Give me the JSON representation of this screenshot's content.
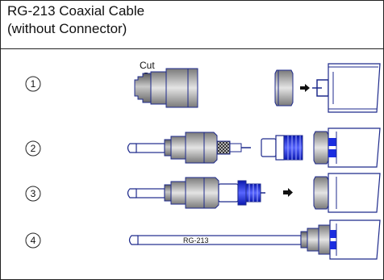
{
  "title_line1": "RG-213 Coaxial Cable",
  "title_line2": "(without Connector)",
  "cut_label": "Cut",
  "cable_label": "RG-213",
  "steps": [
    "1",
    "2",
    "3",
    "4"
  ],
  "colors": {
    "outline": "#1e2a8c",
    "sleeve_dark": "#6e6e6e",
    "sleeve_mid": "#a8a8a8",
    "sleeve_light": "#d6d6d6",
    "connector_blue": "#1a2de0",
    "shield_braid": "#555555",
    "white": "#ffffff"
  }
}
